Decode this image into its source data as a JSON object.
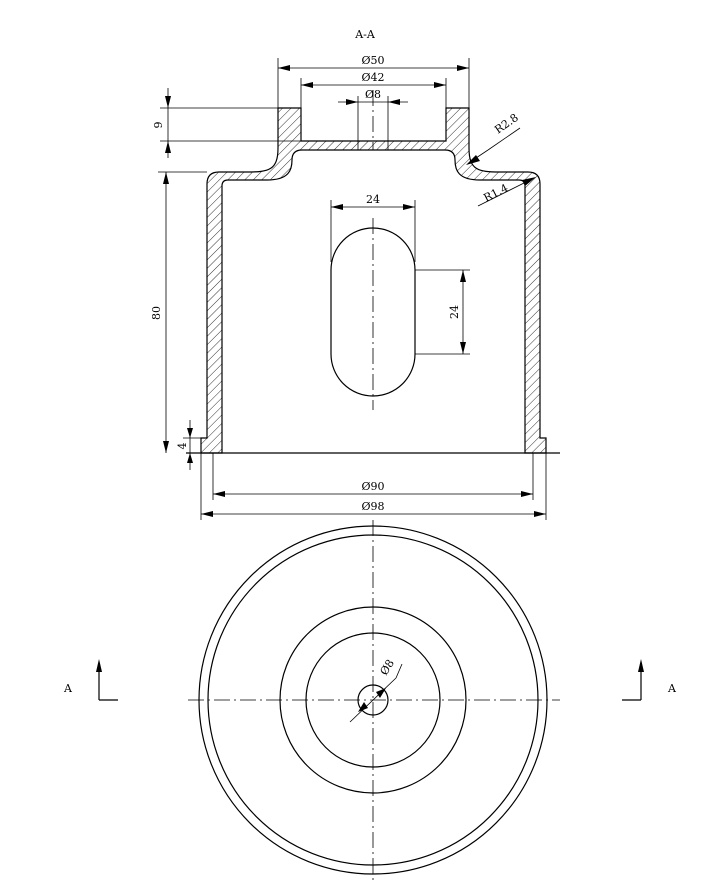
{
  "section_title": "A-A",
  "dimensions": {
    "d50": "Ø50",
    "d42": "Ø42",
    "d8_top": "Ø8",
    "h9": "9",
    "r28": "R2.8",
    "r14": "R1.4",
    "w24": "24",
    "h24": "24",
    "h80": "80",
    "h4": "4",
    "d90": "Ø90",
    "d98": "Ø98",
    "d8_bottom": "Ø8"
  },
  "section_markers": {
    "left": "A",
    "right": "A"
  }
}
